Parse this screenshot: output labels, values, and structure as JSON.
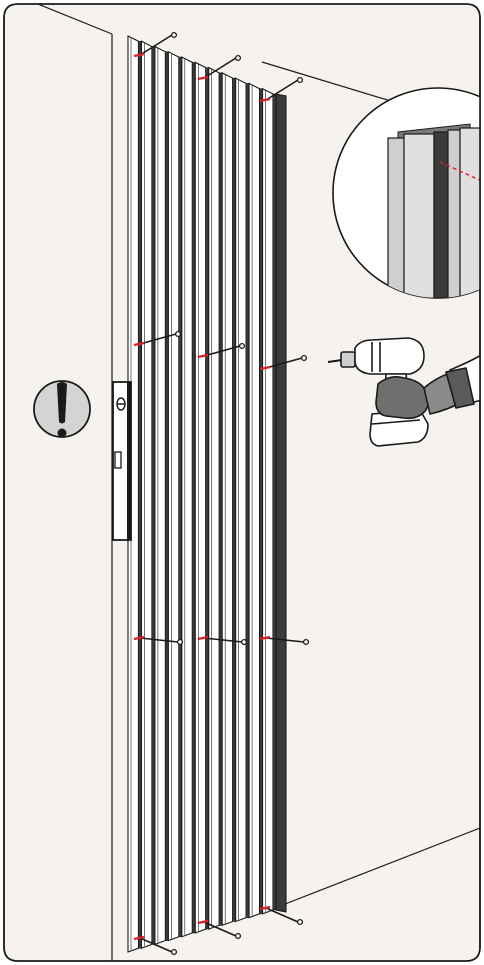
{
  "illustration": {
    "kind": "installation-instruction",
    "colors": {
      "background": "#f6f3ef",
      "outline": "#1a1a1a",
      "panel": "#ffffff",
      "panel_dark": "#3b3b3b",
      "marker": "#e01e26",
      "callout_fill": "#d4d4d4",
      "glove": "#6f6f6f",
      "drill_body": "#ffffff"
    },
    "icons": {
      "warning": "exclamation-mark-icon",
      "level": "spirit-level-icon",
      "tool": "cordless-drill-icon",
      "fastener": "screw-icon"
    },
    "panel": {
      "slat_count": 11
    },
    "screw_rows": 4,
    "screws_per_row": 3
  }
}
